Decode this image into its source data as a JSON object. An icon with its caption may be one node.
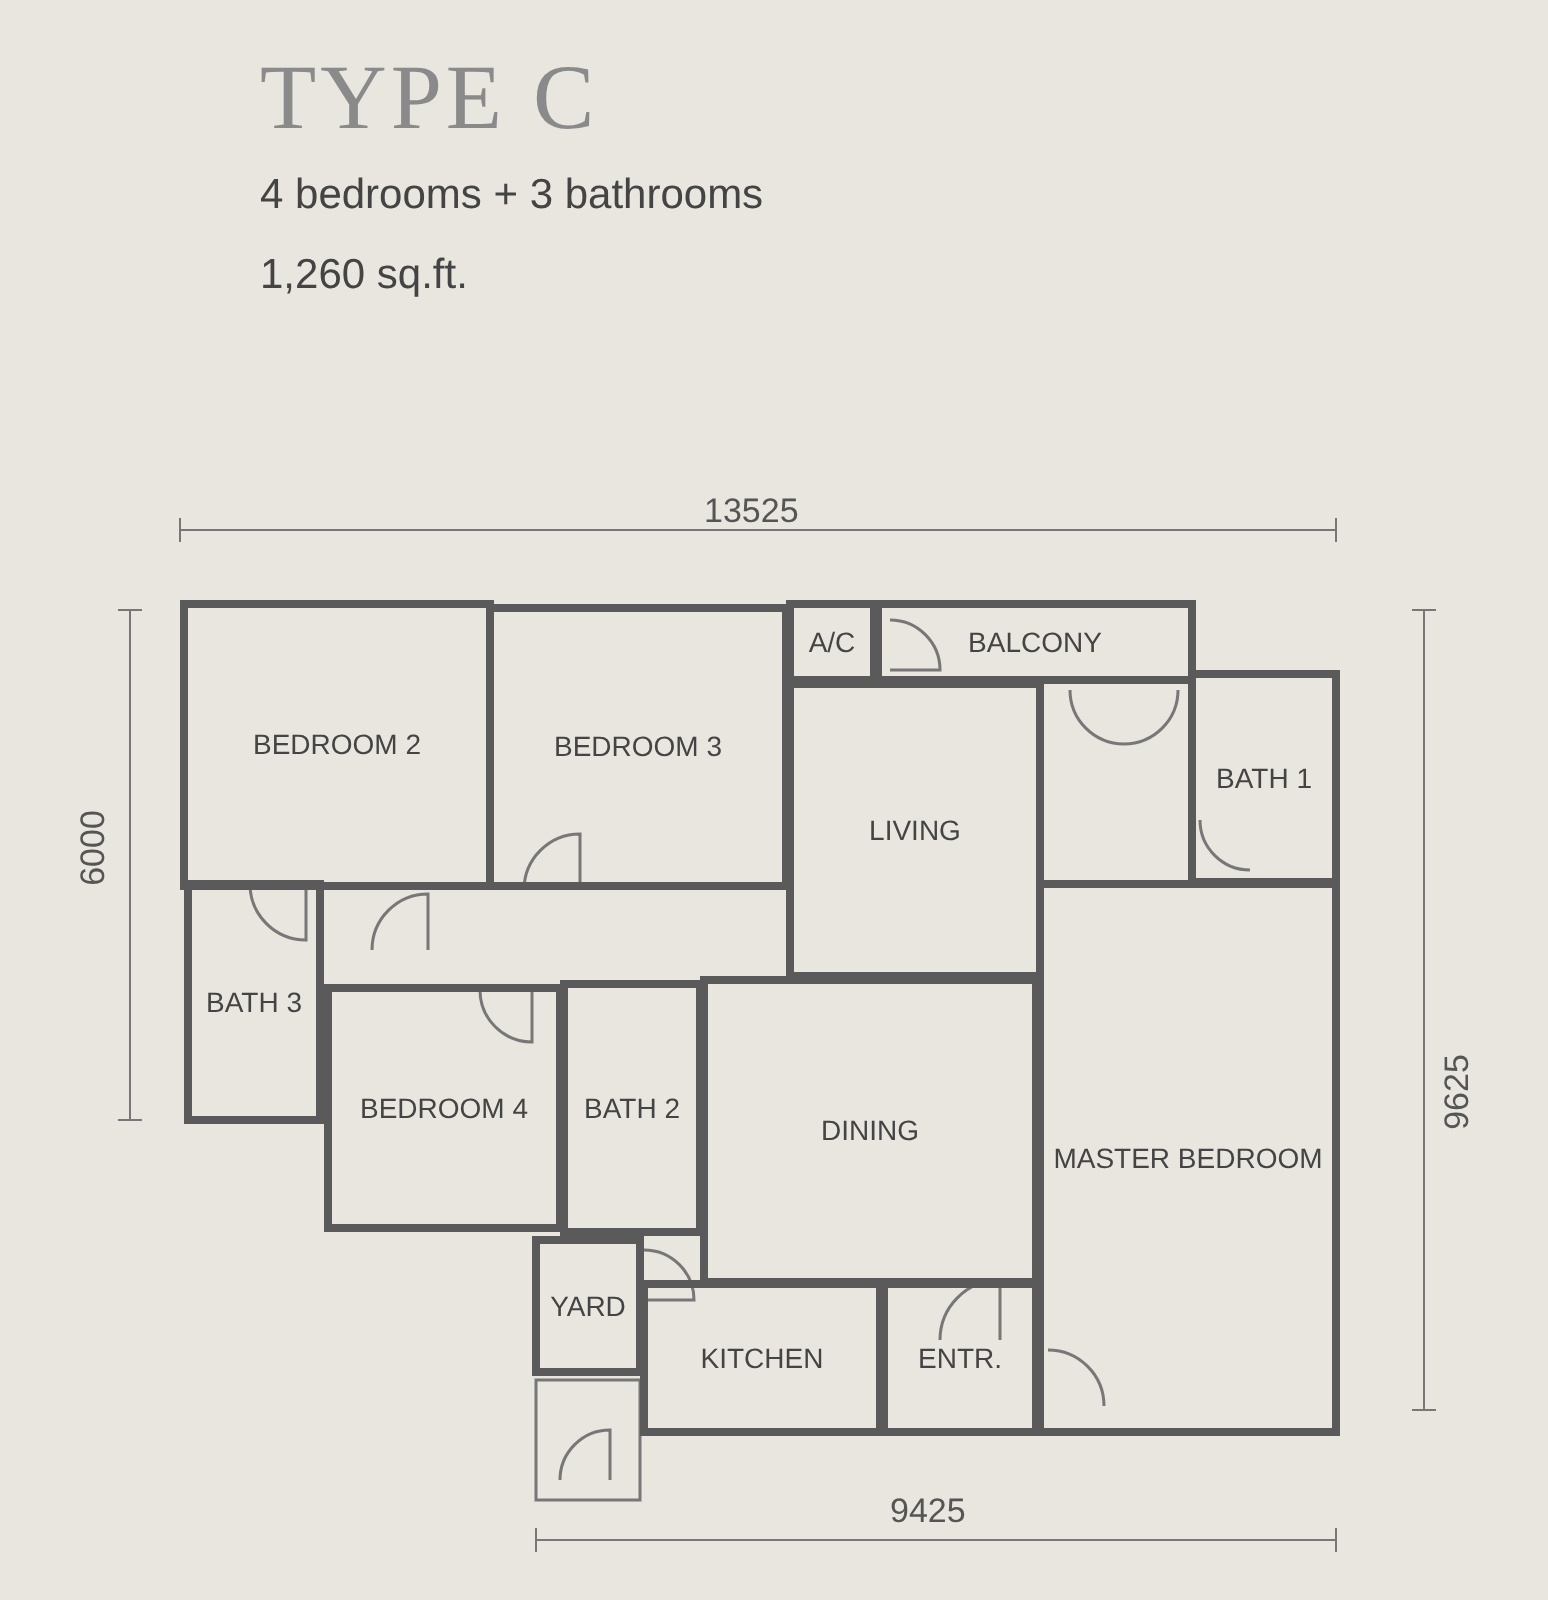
{
  "diagram": {
    "title": "TYPE C",
    "nodes": [
      {
        "text": [
          "BEDROOM 2"
        ]
      },
      {
        "text": [
          "BEDROOM 3"
        ]
      },
      {
        "text": [
          "A/C"
        ]
      },
      {
        "text": [
          "BALCONY"
        ]
      },
      {
        "text": [
          "BATH 1"
        ]
      },
      {
        "text": [
          "LIVING"
        ]
      },
      {
        "text": [
          "BATH 3"
        ]
      },
      {
        "text": [
          "MASTER BEDROOM"
        ]
      },
      {
        "text": [
          "BEDROOM 4"
        ]
      },
      {
        "text": [
          "BATH 2"
        ]
      },
      {
        "text": [
          "DINING"
        ]
      },
      {
        "text": [
          "YARD"
        ]
      },
      {
        "text": [
          "KITCHEN"
        ]
      },
      {
        "text": [
          "ENTR."
        ]
      }
    ],
    "edges": [],
    "labels": [
      "4 bedrooms + 3 bathrooms",
      "1,260 sq.ft.",
      "13525",
      "6000",
      "9625",
      "9425"
    ]
  }
}
